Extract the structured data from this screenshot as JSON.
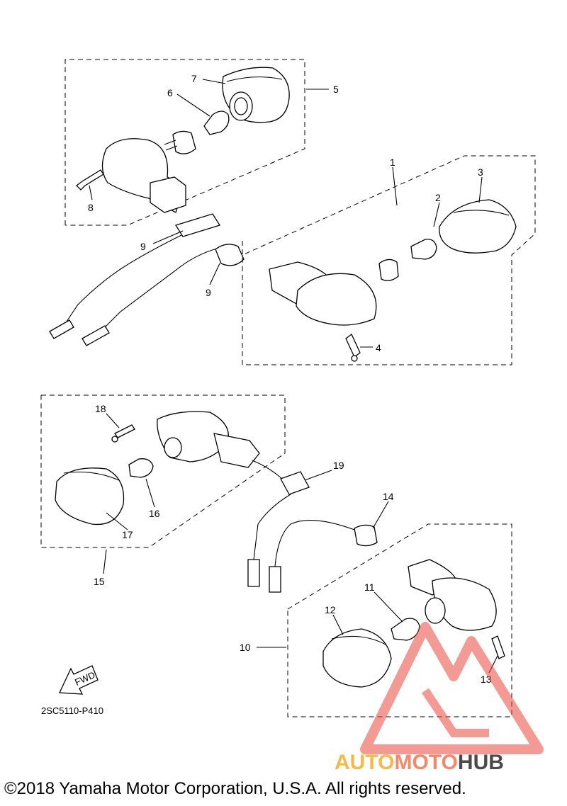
{
  "callouts": {
    "c1": "1",
    "c2": "2",
    "c3": "3",
    "c4": "4",
    "c5": "5",
    "c6": "6",
    "c7": "7",
    "c8": "8",
    "c9a": "9",
    "c9b": "9",
    "c10": "10",
    "c11": "11",
    "c12": "12",
    "c13": "13",
    "c14": "14",
    "c15": "15",
    "c16": "16",
    "c17": "17",
    "c18": "18",
    "c19": "19"
  },
  "fwd_label": "FWD",
  "diagram_code": "2SC5110-P410",
  "copyright": "©2018 Yamaha Motor Corporation, U.S.A. All rights reserved.",
  "watermark": {
    "part1": "AUTO",
    "part2": "MOTO",
    "part3": "HUB",
    "colors": {
      "auto": "#f5b94a",
      "moto": "#f08a6a",
      "hub": "#4a4a4a",
      "logo": "#e8483c"
    }
  }
}
